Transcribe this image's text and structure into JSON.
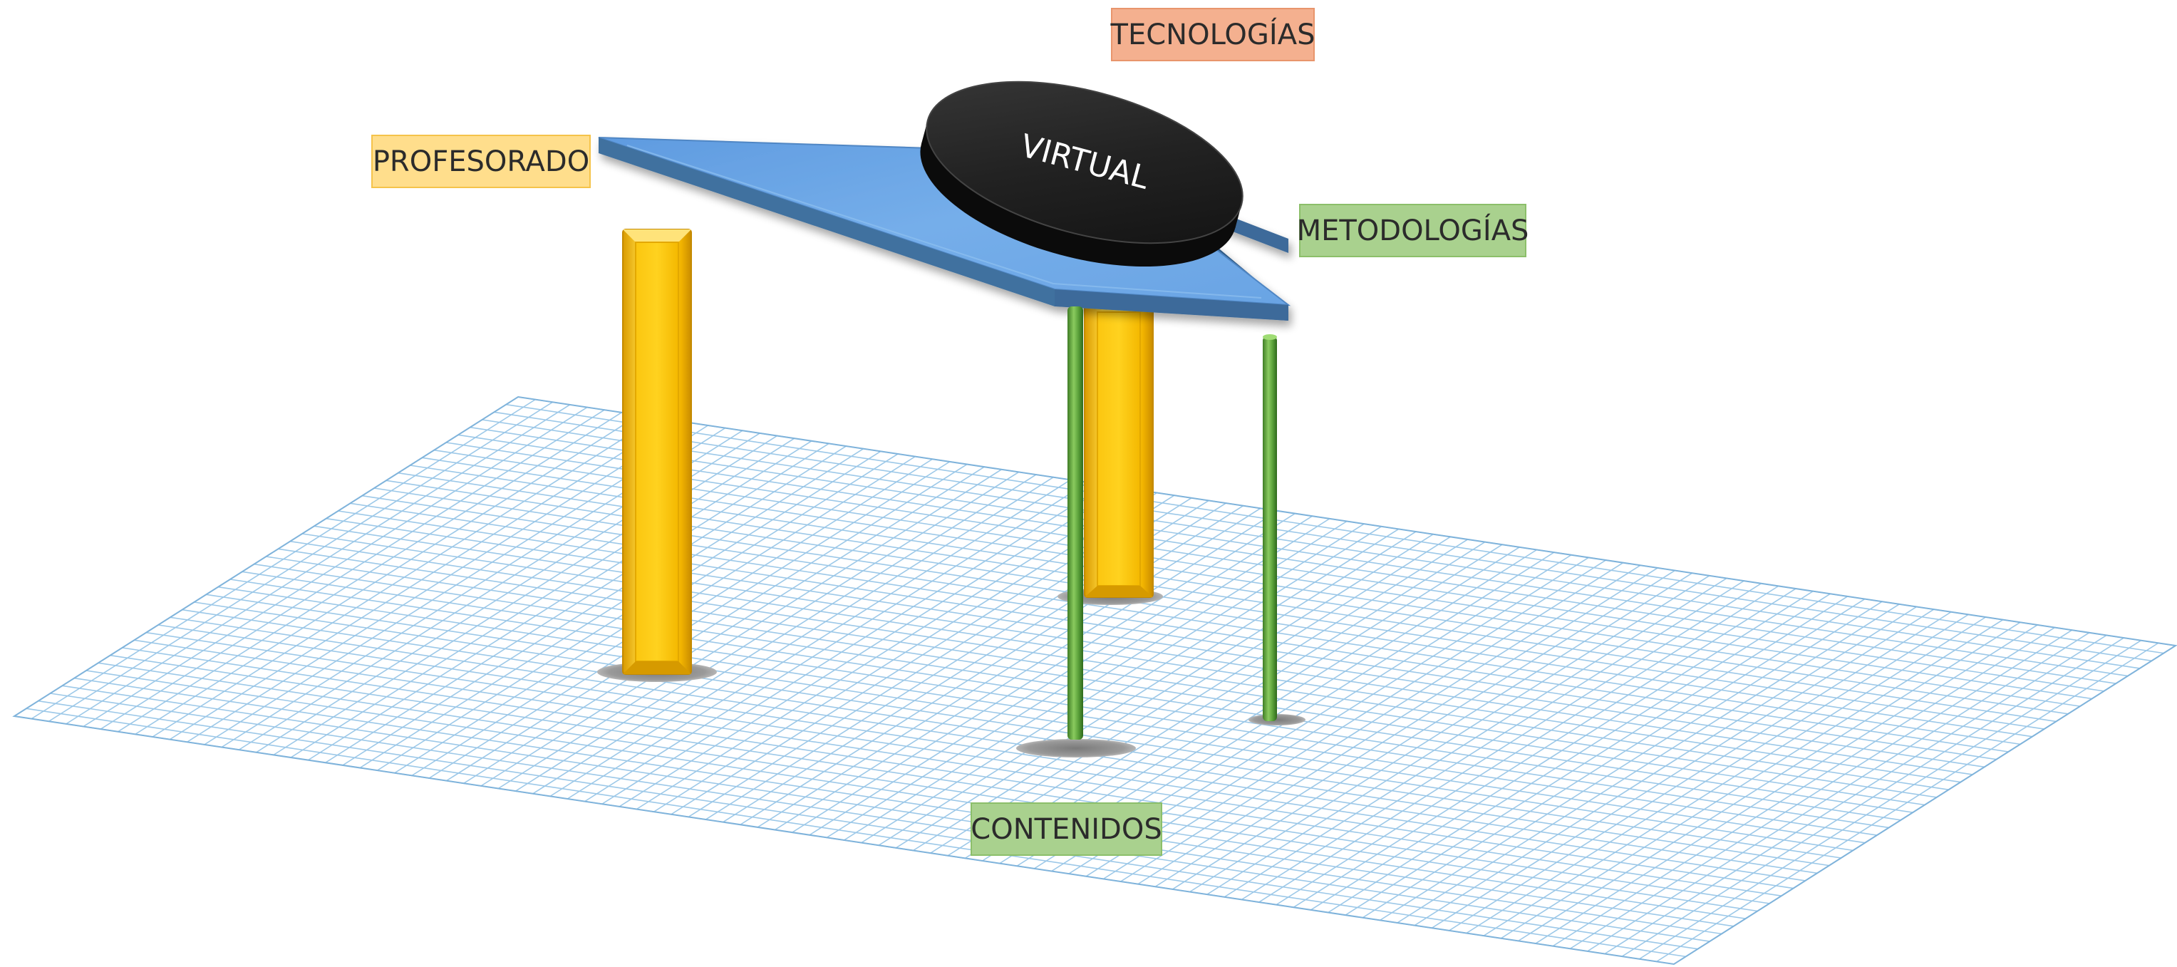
{
  "diagram": {
    "labels": {
      "tecnologias": "TECNOLOGÍAS",
      "profesorado": "PROFESORADO",
      "metodologias": "METODOLOGÍAS",
      "contenidos": "CONTENIDOS"
    },
    "disc_text": "VIRTUAL",
    "colors": {
      "grid_line": "#9cc8e8",
      "grid_edge": "#7fb3db",
      "roof_top": "#6fa8e6",
      "roof_side": "#3d6b9a",
      "disc_top": "#1e1e1e",
      "disc_side": "#0a0a0a",
      "yellow_pillar": "#f7c31a",
      "green_pole": "#5aa03a",
      "shadow": "#8c8c8c",
      "label_tecnologias": "#f4b08f",
      "label_profesorado": "#ffde8c",
      "label_metodologias": "#a9d18e",
      "label_contenidos": "#a9d18e"
    }
  }
}
